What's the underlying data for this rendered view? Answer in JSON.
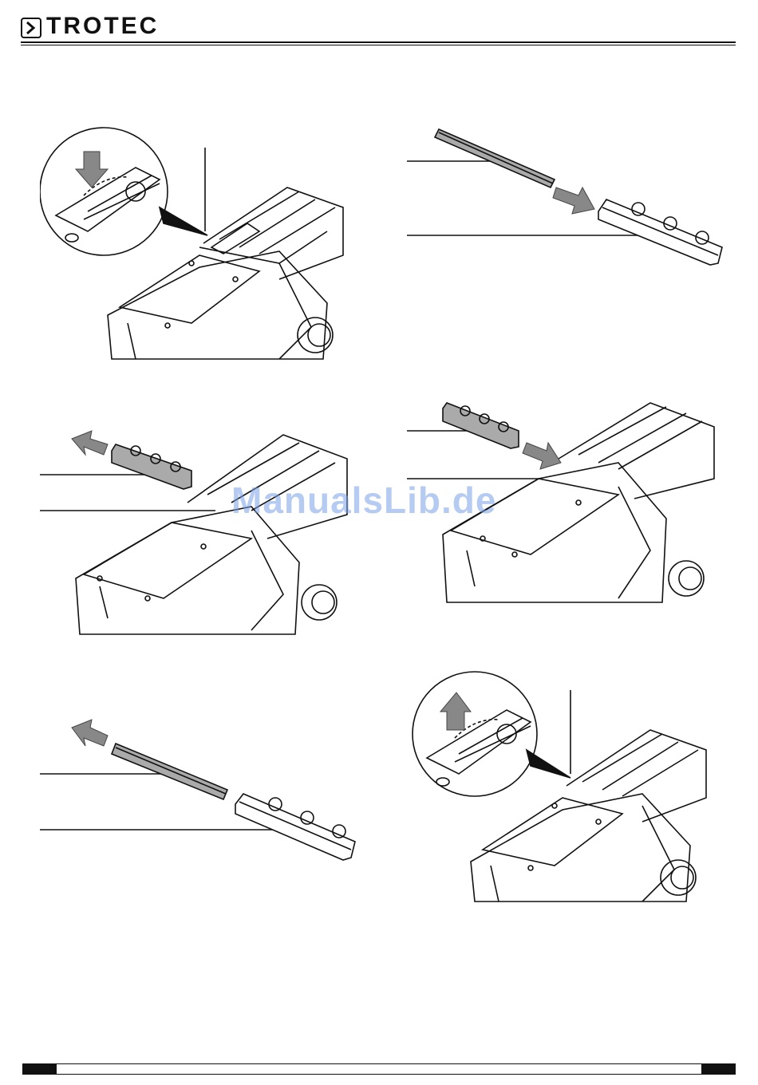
{
  "header": {
    "brand": "TROTEC"
  },
  "watermark": {
    "text": "ManualsLib.de"
  },
  "figures": [
    {
      "name": "planer-knob-release",
      "description_icon": "arrow-down-icon"
    },
    {
      "name": "blade-holder-insert",
      "description_icon": "arrow-right-icon"
    },
    {
      "name": "blade-holder-remove",
      "description_icon": "arrow-left-icon"
    },
    {
      "name": "blade-holder-install",
      "description_icon": "arrow-right-icon"
    },
    {
      "name": "blade-remove",
      "description_icon": "arrow-left-icon"
    },
    {
      "name": "planer-knob-lock",
      "description_icon": "arrow-up-icon"
    }
  ],
  "colors": {
    "line": "#111111",
    "arrow": "#888888",
    "watermark": "#78a0e6"
  }
}
